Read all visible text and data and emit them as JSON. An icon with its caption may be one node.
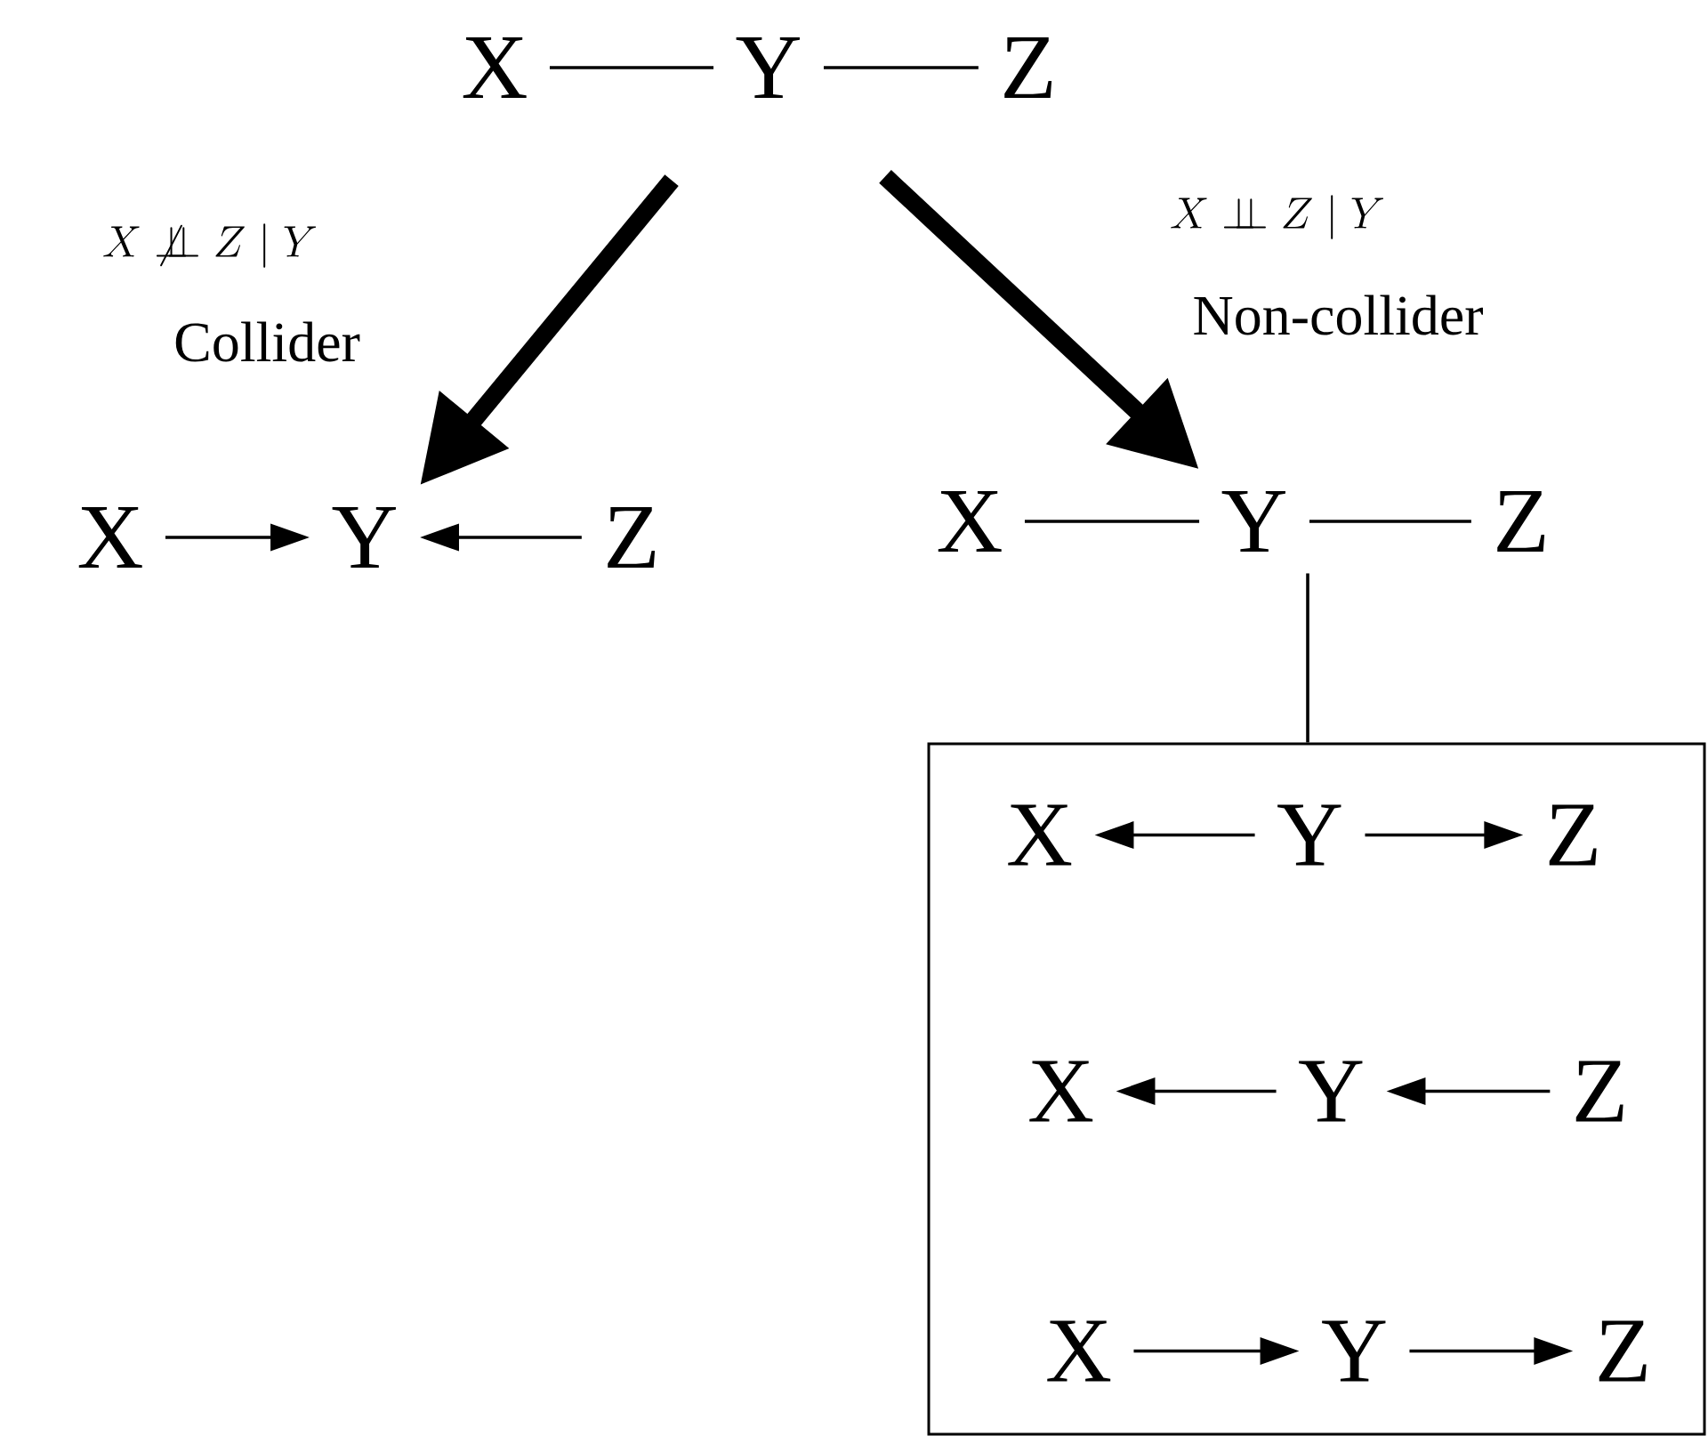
{
  "diagram": {
    "nodes": [
      {
        "text": [
          "X"
        ]
      },
      {
        "text": [
          "Y"
        ]
      },
      {
        "text": [
          "Z"
        ]
      },
      {
        "text": [
          "X"
        ]
      },
      {
        "text": [
          "Y"
        ]
      },
      {
        "text": [
          "Z"
        ]
      },
      {
        "text": [
          "X"
        ]
      },
      {
        "text": [
          "Y"
        ]
      },
      {
        "text": [
          "Z"
        ]
      },
      {
        "text": [],
        "shape": "box"
      },
      {
        "text": [
          "X"
        ],
        "in": 9
      },
      {
        "text": [
          "Y"
        ],
        "in": 9
      },
      {
        "text": [
          "Z"
        ],
        "in": 9
      },
      {
        "text": [
          "X"
        ],
        "in": 9
      },
      {
        "text": [
          "Y"
        ],
        "in": 9
      },
      {
        "text": [
          "Z"
        ],
        "in": 9
      },
      {
        "text": [
          "X"
        ],
        "in": 9
      },
      {
        "text": [
          "Y"
        ],
        "in": 9
      },
      {
        "text": [
          "Z"
        ],
        "in": 9
      }
    ],
    "edges": [
      {
        "from": 0,
        "to": 1,
        "arrow": "none"
      },
      {
        "from": 1,
        "to": 2,
        "arrow": "none"
      },
      {
        "from": 1,
        "to": 4,
        "arrow": "to",
        "style": "thick"
      },
      {
        "from": 1,
        "to": 7,
        "arrow": "to",
        "style": "thick"
      },
      {
        "from": 3,
        "to": 4,
        "arrow": "to"
      },
      {
        "from": 5,
        "to": 4,
        "arrow": "to"
      },
      {
        "from": 6,
        "to": 7,
        "arrow": "none"
      },
      {
        "from": 7,
        "to": 8,
        "arrow": "none"
      },
      {
        "from": 7,
        "to": 9,
        "arrow": "none"
      },
      {
        "from": 11,
        "to": 10,
        "arrow": "to"
      },
      {
        "from": 11,
        "to": 12,
        "arrow": "to"
      },
      {
        "from": 14,
        "to": 13,
        "arrow": "to"
      },
      {
        "from": 15,
        "to": 14,
        "arrow": "to"
      },
      {
        "from": 16,
        "to": 17,
        "arrow": "to"
      },
      {
        "from": 17,
        "to": 18,
        "arrow": "to"
      }
    ],
    "labels": [
      "X \\not\\perp\\!\\!\\!\\perp Z \\mid Y",
      "Collider",
      "X \\perp\\!\\!\\!\\perp Z \\mid Y",
      "Non-collider"
    ]
  }
}
